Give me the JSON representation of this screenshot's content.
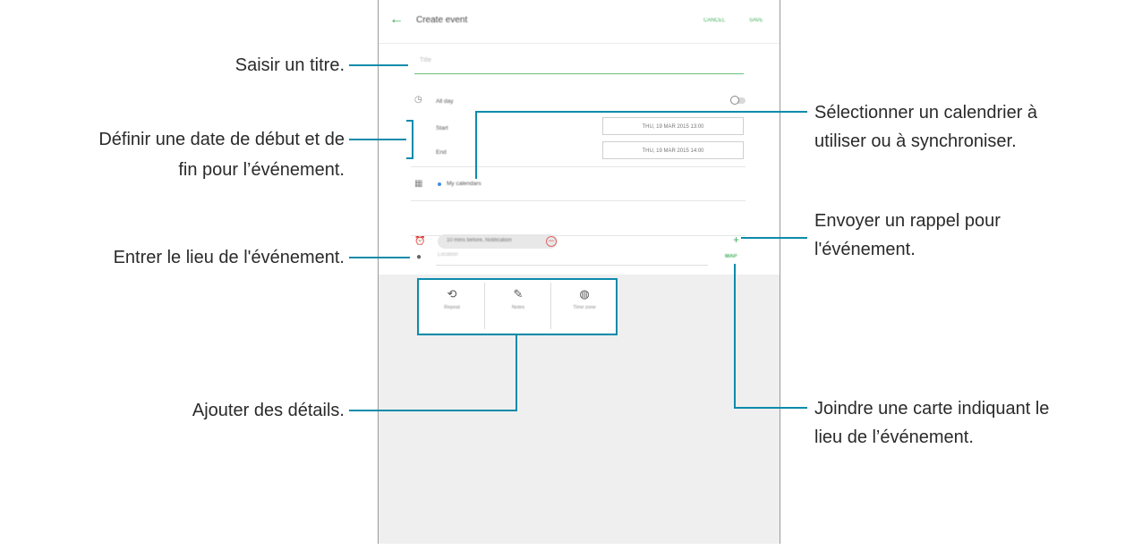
{
  "screen": {
    "header": {
      "title": "Create event",
      "cancel_label": "CANCEL",
      "save_label": "SAVE",
      "back_icon": "arrow-left-icon"
    },
    "title_field": {
      "placeholder": "Title"
    },
    "all_day": {
      "label": "All day",
      "enabled": false
    },
    "start": {
      "label": "Start",
      "value": "THU, 19 MAR 2015  13:00"
    },
    "end": {
      "label": "End",
      "value": "THU, 19 MAR 2015  14:00"
    },
    "calendar": {
      "label": "My calendars",
      "dot_color": "#3b8fd9"
    },
    "reminder": {
      "chip_label": "10 mins before, Notification"
    },
    "location": {
      "placeholder": "Location",
      "map_label": "MAP"
    },
    "details": [
      {
        "label": "Repeat",
        "icon": "repeat-icon"
      },
      {
        "label": "Notes",
        "icon": "notes-icon"
      },
      {
        "label": "Time zone",
        "icon": "time-zone-icon"
      }
    ]
  },
  "annotations": {
    "title": "Saisir un titre.",
    "dates_line1": "Définir une date de début et de",
    "dates_line2": "fin pour l’événement.",
    "location": "Entrer le lieu de l'événement.",
    "details": "Ajouter des détails.",
    "calendar_line1": "Sélectionner un calendrier à",
    "calendar_line2": "utiliser ou à synchroniser.",
    "reminder_line1": "Envoyer un rappel pour",
    "reminder_line2": "l'événement.",
    "map_line1": "Joindre une carte indiquant le",
    "map_line2": "lieu de l’événement."
  },
  "colors": {
    "accent": "#3fae5a",
    "callout": "#0d8bab",
    "remove": "#e26666"
  }
}
